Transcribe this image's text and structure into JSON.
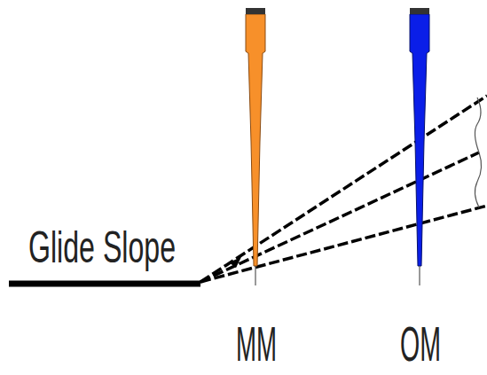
{
  "diagram": {
    "labels": [
      "Glide Slope",
      "MM",
      "OM"
    ]
  }
}
